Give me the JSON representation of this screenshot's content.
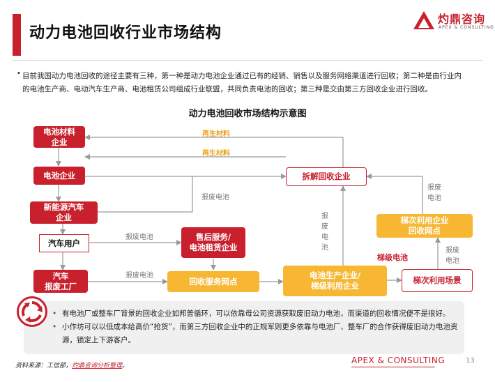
{
  "header": {
    "title": "动力电池回收行业市场结构"
  },
  "logo": {
    "name_cn": "灼鼎咨询",
    "name_en": "APEX & CONSULTING"
  },
  "intro": {
    "text": "目前我国动力电池回收的途径主要有三种，第一种是动力电池企业通过已有的经销、销售以及服务网络渠道进行回收；第二种是由行业内的电池生产商、电动汽车生产商、电池租赁公司组成行业联盟，共同负责电池的回收；第三种是交由第三方回收企业进行回收。"
  },
  "diagram": {
    "title": "动力电池回收市场结构示意图",
    "nodes": {
      "materials": "电池材料\n企业",
      "battery": "电池企业",
      "nev": "新能源汽车\n企业",
      "user": "汽车用户",
      "scrap": "汽车\n报废工厂",
      "aftersales": "售后服务/\n电池租赁企业",
      "service_point": "回收服务网点",
      "dismantle": "拆解回收企业",
      "producer": "电池生产企业/\n梯级利用企业",
      "secondary_point": "梯次利用企业\n回收网点",
      "scene": "梯次利用场景"
    },
    "labels": {
      "recycled_1": "再生材料",
      "recycled_2": "再生材料",
      "scrap_battery_1": "报废电池",
      "scrap_battery_2": "报废电池",
      "scrap_battery_3": "报废电池",
      "scrap_battery_vert": "报废电池",
      "scrap_battery_right_top": "报废电池",
      "scrap_battery_right_bottom": "报废电池",
      "cascade": "梯级电池"
    }
  },
  "notes": [
    "有电池厂或整车厂背景的回收企业如邦普循环，可以依靠母公司资源获取废旧动力电池，而渠道的回收情况便不是很好。",
    "小作坊可以以低成本给高价“抢货”，而第三方回收企业中的正规军则更多依靠与电池厂、整车厂的合作获得废旧动力电池资源，锁定上下游客户。"
  ],
  "footer": {
    "source_prefix": "资料来源：工信部，",
    "source_highlight": "灼鼎咨询分析整理",
    "source_suffix": "。",
    "brand": "APEX & CONSULTING",
    "page": "13"
  },
  "colors": {
    "accent": "#c8202d",
    "orange": "#f7b733",
    "gray": "#9a9a9a"
  }
}
